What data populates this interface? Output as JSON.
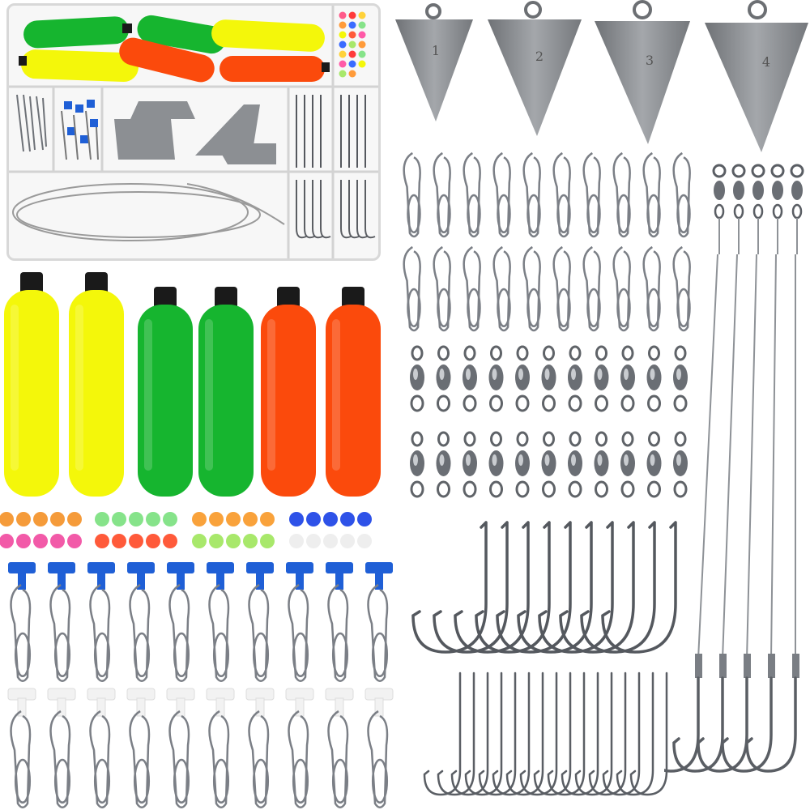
{
  "kit": {
    "sinker_numbers": [
      "1",
      "2",
      "3",
      "4"
    ],
    "float_colors": [
      "#f4f70a",
      "#f4f70a",
      "#16b52f",
      "#16b52f",
      "#fb4a0c",
      "#fb4a0c"
    ],
    "float_cap_color": "#1a1a1a",
    "box_float_colors": [
      "#16b52f",
      "#16b52f",
      "#f4f70a",
      "#f4f70a",
      "#fb4a0c",
      "#fb4a0c"
    ],
    "bead_groups": [
      {
        "row1": "#f59b3a",
        "row2": "#f25aa8"
      },
      {
        "row1": "#86e38a",
        "row2": "#ff5a3a"
      },
      {
        "row1": "#f9a23b",
        "row2": "#a8e86b"
      },
      {
        "row1": "#2e52e8",
        "row2": "#eeeeee"
      }
    ],
    "stopper_top_color": "#1f5fd6",
    "stopper_bottom_color": "#f2f2f2",
    "metal_color": "#7b7f86",
    "lead_color": "#8c8f93",
    "icons": [
      "pyramid-sinker-icon",
      "snap-icon",
      "swivel-icon",
      "hook-icon",
      "leader-icon",
      "float-icon",
      "bead-icon"
    ]
  }
}
